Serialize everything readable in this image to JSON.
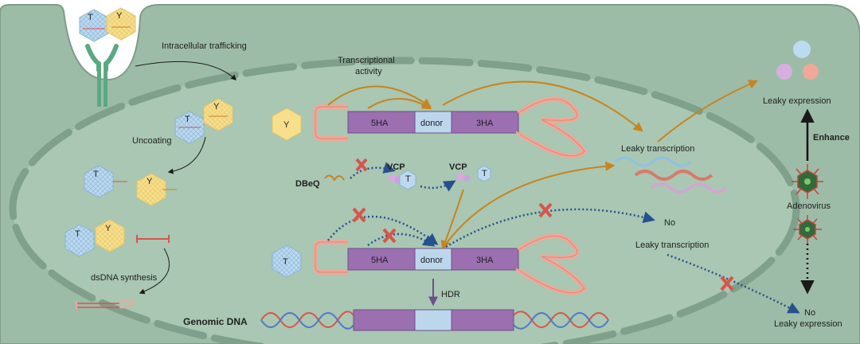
{
  "labels": {
    "intracellular_trafficking": "Intracellular trafficking",
    "transcriptional_activity_1": "Transcriptional",
    "transcriptional_activity_2": "activity",
    "uncoating": "Uncoating",
    "dsdna_synthesis": "dsDNA synthesis",
    "dbeq": "DBeQ",
    "vcp_1": "VCP",
    "vcp_2": "VCP",
    "leaky_transcription": "Leaky transcription",
    "no_leaky_transcription_1": "No",
    "no_leaky_transcription_2": "Leaky transcription",
    "leaky_expression": "Leaky expression",
    "enhance": "Enhance",
    "adenovirus": "Adenovirus",
    "no_leaky_expression_1": "No",
    "no_leaky_expression_2": "Leaky expression",
    "hdr": "HDR",
    "genomic_dna": "Genomic DNA"
  },
  "capsids": {
    "t": "T",
    "y": "Y"
  },
  "construct": {
    "left_arm": "5HA",
    "donor": "donor",
    "right_arm": "3HA"
  },
  "colors": {
    "cell_bg": "#9dbca7",
    "nucleus_bg": "#a9c7b2",
    "envelope": "#7fa08b",
    "arm": "#9b6fb0",
    "donor": "#bcd7ec",
    "itr": "#f0a898",
    "orange_arrow": "#c8841f",
    "dotted_arrow": "#27508f",
    "cross": "#d9544b",
    "t_capsid": "#bcd9ef",
    "y_capsid": "#f7df8c"
  }
}
